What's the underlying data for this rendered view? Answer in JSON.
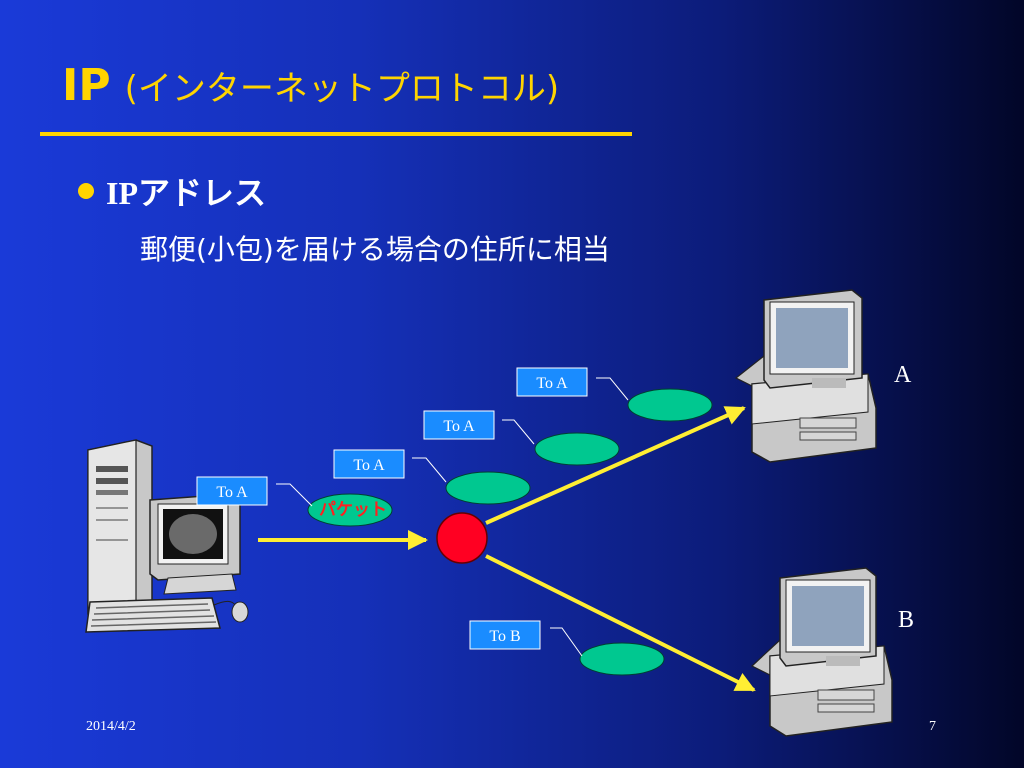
{
  "slide": {
    "title_ip": "IP",
    "title_paren": "(インターネットプロトコル)",
    "bullet": "IPアドレス",
    "bullet_sub": "郵便(小包)を届ける場合の住所に相当",
    "date": "2014/4/2",
    "page_number": "7"
  },
  "diagram": {
    "packet_label": "パケット",
    "to_a_label": "To A",
    "to_b_label": "To B",
    "node_a": "A",
    "node_b": "B"
  },
  "colors": {
    "title": "#ffd400",
    "arrow": "#ffee33",
    "packet": "#00c890",
    "router": "#ff0022",
    "label_box": "#1a8cff"
  },
  "icons": [
    "desktop-tower-computer-icon",
    "desktop-computer-icon",
    "router-icon"
  ]
}
